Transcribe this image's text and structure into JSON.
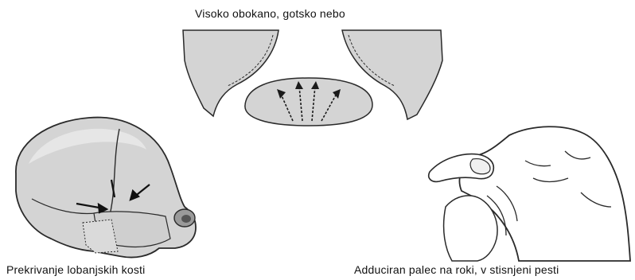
{
  "captions": {
    "palate": "Visoko obokano, gotsko nebo",
    "skull": "Prekrivanje lobanjskih kosti",
    "hand": "Adduciran palec na roki, v  stisnjeni pesti"
  },
  "colors": {
    "fill": "#d4d4d4",
    "stroke": "#2a2a2a",
    "light": "#e6e6e6"
  },
  "icons": {
    "palate": "high-arched-palate-illustration",
    "skull": "overlapping-skull-sutures-illustration",
    "hand": "adducted-thumb-clenched-fist-illustration"
  }
}
